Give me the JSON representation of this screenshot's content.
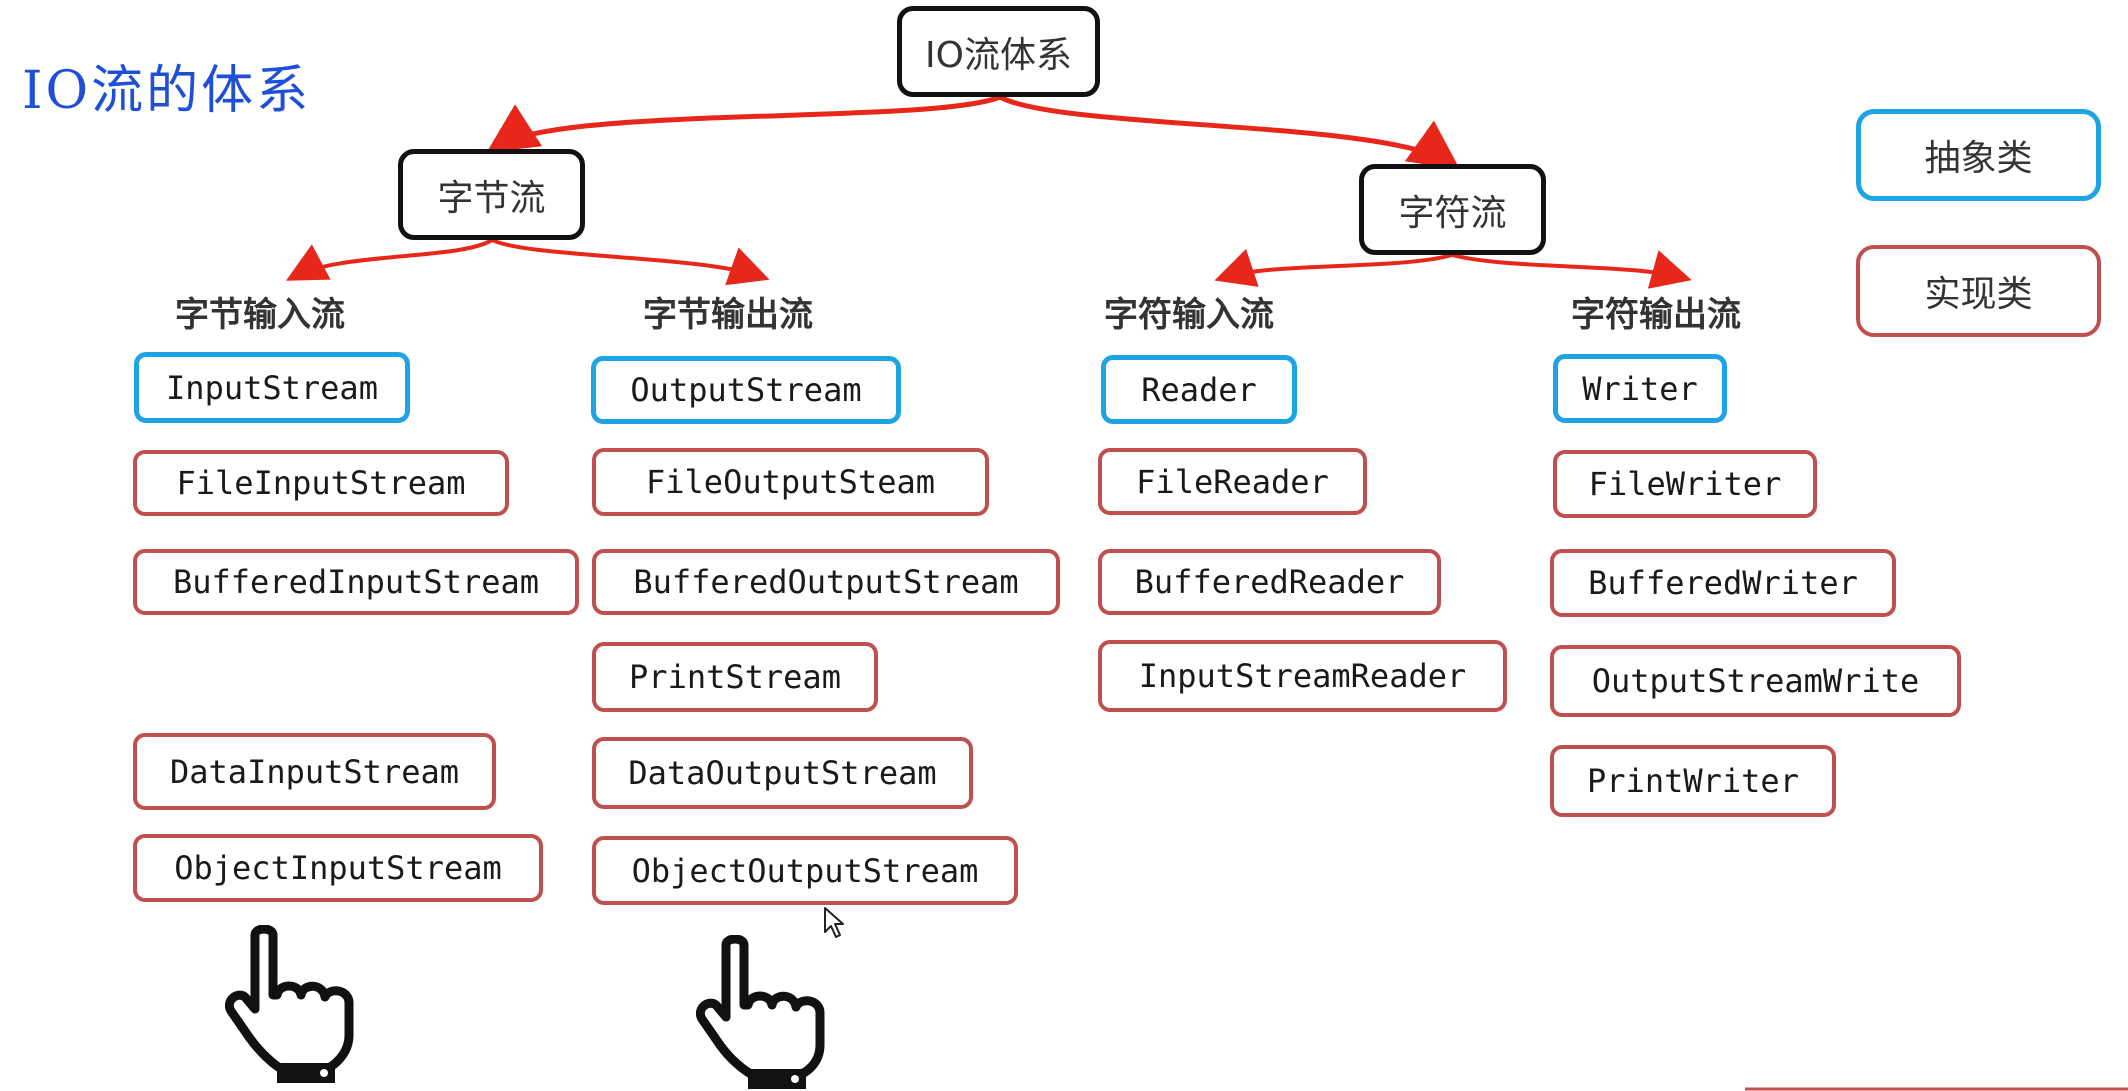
{
  "page": {
    "title": "IO流的体系"
  },
  "tree": {
    "root": "IO流体系",
    "byte_stream": "字节流",
    "char_stream": "字符流"
  },
  "categories": {
    "byte_input": "字节输入流",
    "byte_output": "字节输出流",
    "char_input": "字符输入流",
    "char_output": "字符输出流"
  },
  "classes": {
    "byte_input": [
      "InputStream",
      "FileInputStream",
      "BufferedInputStream",
      "DataInputStream",
      "ObjectInputStream"
    ],
    "byte_output": [
      "OutputStream",
      "FileOutputSteam",
      "BufferedOutputStream",
      "PrintStream",
      "DataOutputStream",
      "ObjectOutputStream"
    ],
    "char_input": [
      "Reader",
      "FileReader",
      "BufferedReader",
      "InputStreamReader"
    ],
    "char_output": [
      "Writer",
      "FileWriter",
      "BufferedWriter",
      "OutputStreamWrite",
      "PrintWriter"
    ]
  },
  "legend": {
    "abstract": "抽象类",
    "implementation": "实现类"
  },
  "colors": {
    "abstract_border": "#1ea4e4",
    "impl_border": "#c0504d",
    "arrow": "#e8271b",
    "title": "#1f4fd6"
  },
  "icons": [
    "pointing-hand-icon",
    "mouse-cursor-icon"
  ]
}
